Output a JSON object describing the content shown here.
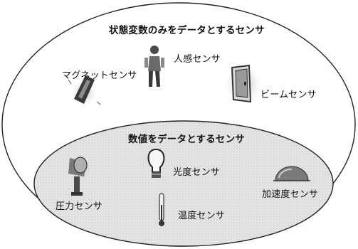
{
  "diagram": {
    "outer_title": "状態変数のみをデータとするセンサ",
    "inner_title": "数値をデータとするセンサ",
    "state_sensors": [
      {
        "label": "マグネットセンサ",
        "icon": "magnet-sensor-icon"
      },
      {
        "label": "人感センサ",
        "icon": "person-icon"
      },
      {
        "label": "ビームセンサ",
        "icon": "door-icon"
      }
    ],
    "numeric_sensors": [
      {
        "label": "光度センサ",
        "icon": "lightbulb-icon"
      },
      {
        "label": "圧力センサ",
        "icon": "pressure-gauge-icon"
      },
      {
        "label": "温度センサ",
        "icon": "thermometer-icon"
      },
      {
        "label": "加速度センサ",
        "icon": "accelerometer-dome-icon"
      }
    ]
  },
  "colors": {
    "outline": "#222222",
    "inner_fill": "#e4e4e4",
    "icon_dark": "#3a3a3a",
    "icon_mid": "#8a8a8a",
    "icon_light": "#c8c8c8"
  }
}
